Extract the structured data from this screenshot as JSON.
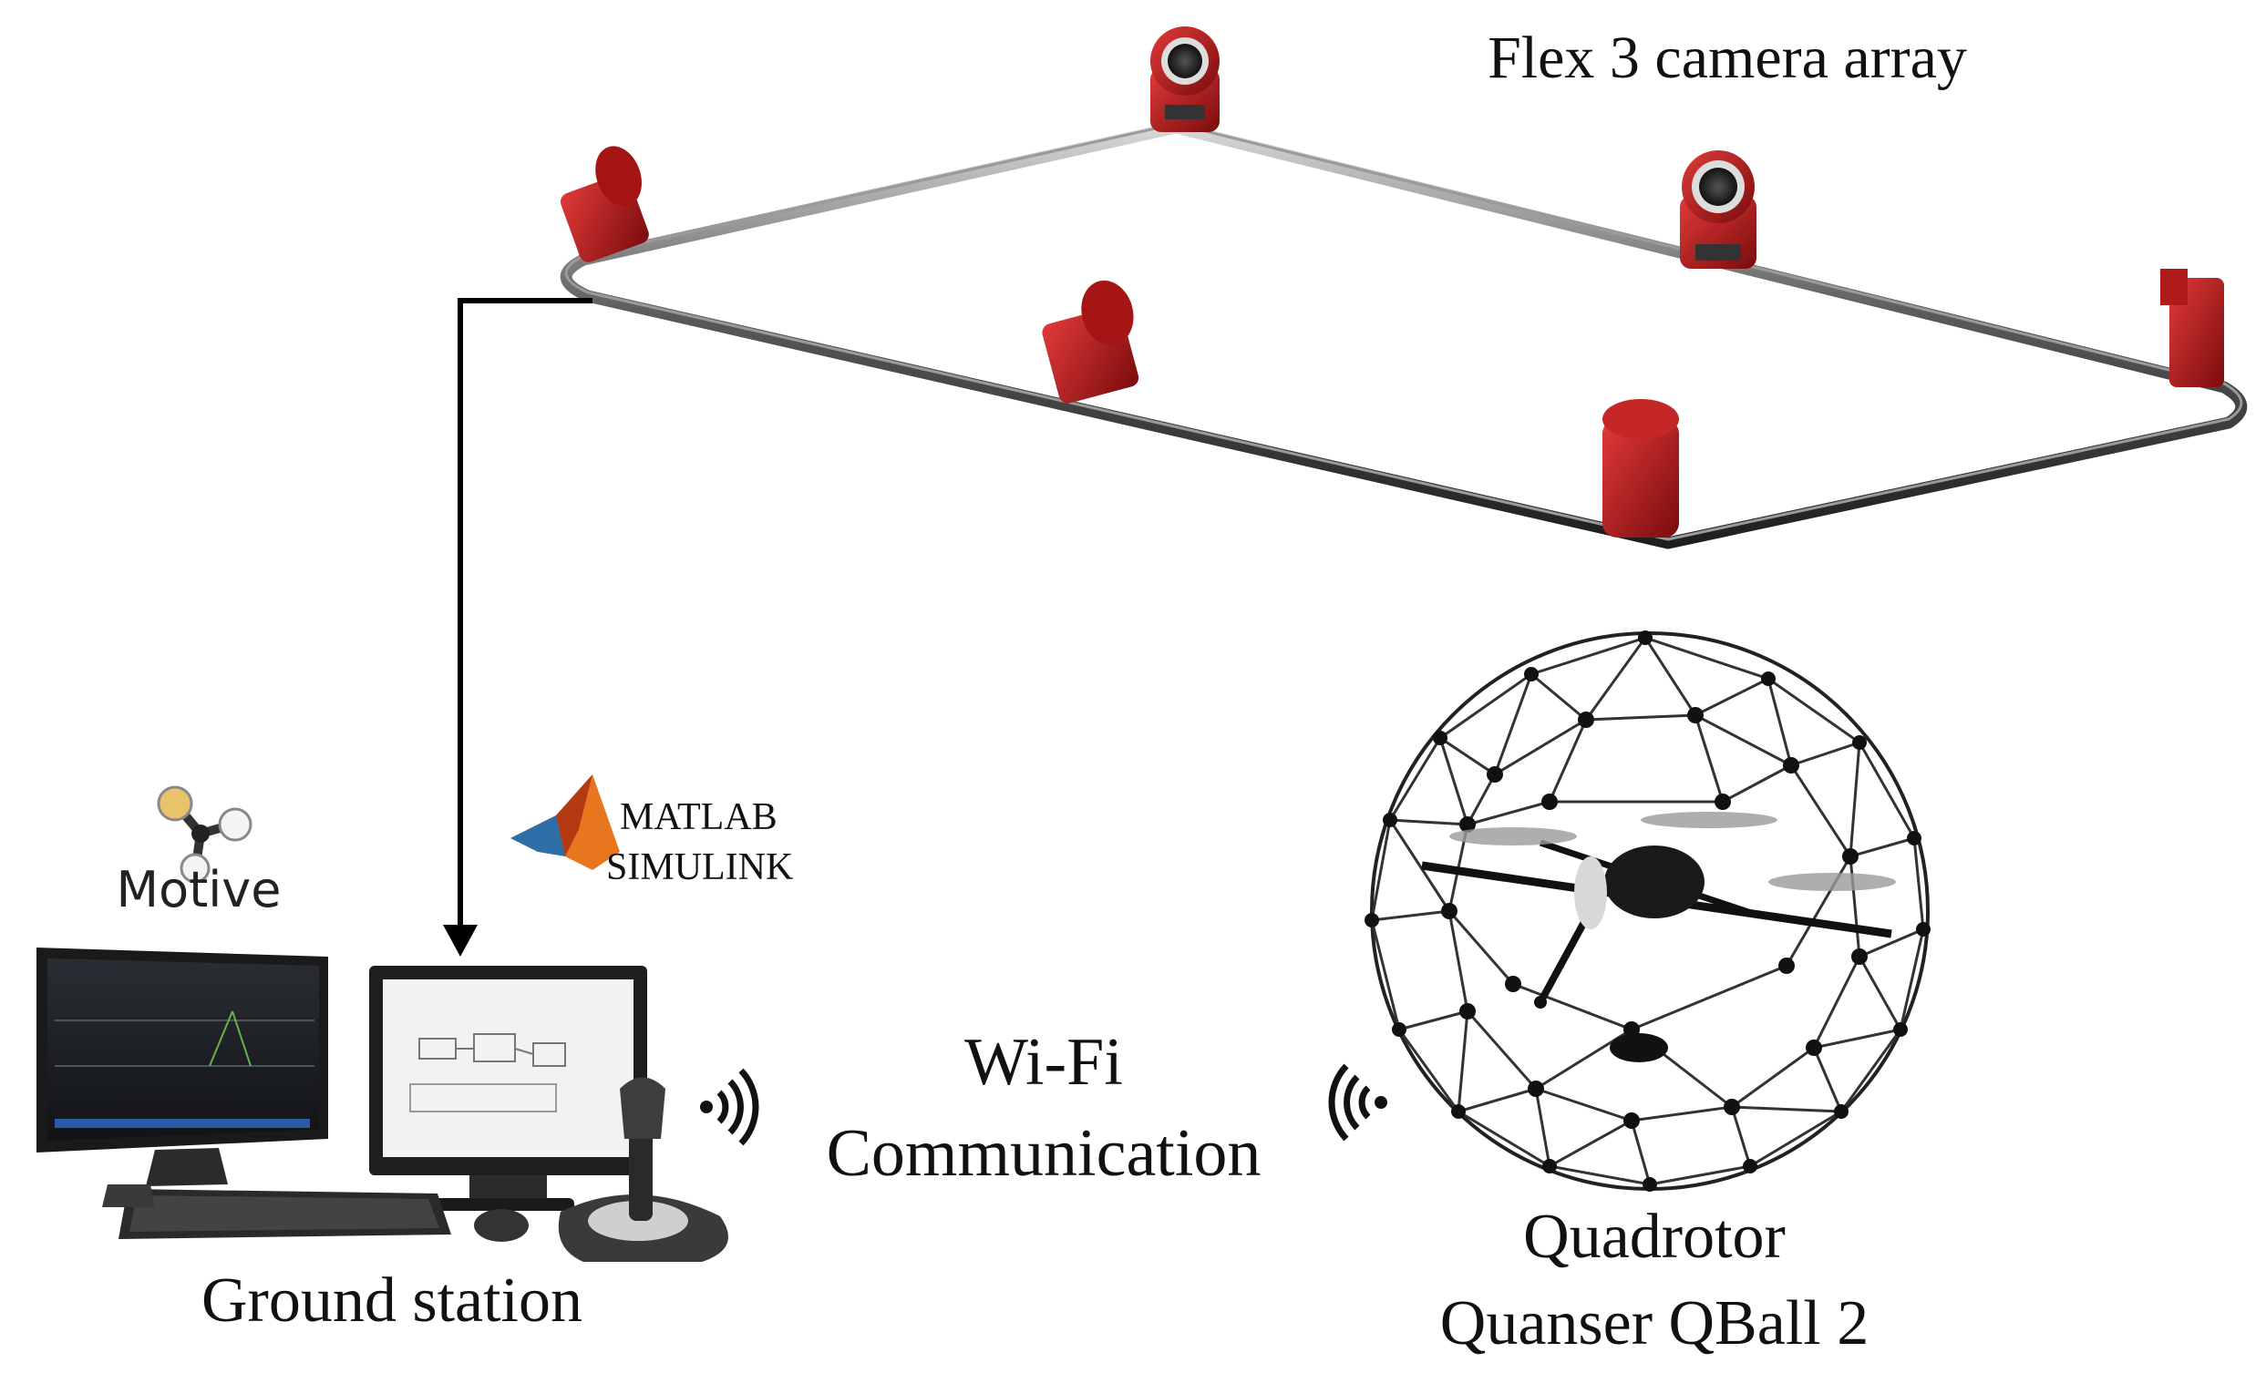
{
  "labels": {
    "camera_array": "Flex 3 camera array",
    "wifi_line1": "Wi-Fi",
    "wifi_line2": "Communication",
    "ground_station": "Ground station",
    "quad_line1": "Quadrotor",
    "quad_line2": "Quanser QBall 2"
  },
  "logos": {
    "motive": "Motive",
    "matlab": "MATLAB",
    "simulink": "SIMULINK"
  },
  "colors": {
    "camera_red": "#b01a1a",
    "rail": "#3a3a3a",
    "arrow": "#000000",
    "frame": "#1c1c1c"
  },
  "icons": [
    "camera-icon",
    "wifi-signal-icon",
    "motive-logo-icon",
    "matlab-logo-icon",
    "monitor-icon",
    "keyboard-icon",
    "joystick-icon",
    "quadrotor-icon"
  ]
}
